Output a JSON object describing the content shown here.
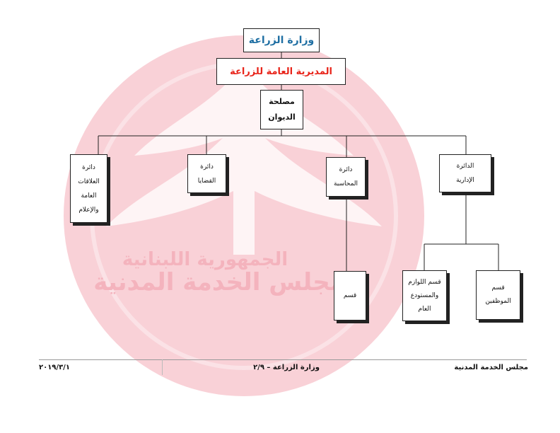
{
  "watermark": {
    "text_line1": "الجمهورية اللبنانية",
    "text_line2": "مجلس الخدمة المدنية",
    "color": "#f7c5cc",
    "emblem": "cedar-icon"
  },
  "org_chart": {
    "ministry": "وزارة الزراعة",
    "directorate": "المديرية العامة للزراعة",
    "diwan": {
      "line1": "مصلحة",
      "line2": "الديوان"
    },
    "departments": [
      {
        "id": "admin",
        "line1": "الدائرة",
        "line2": "الإدارية"
      },
      {
        "id": "accounting",
        "line1": "دائرة",
        "line2": "المحاسبة"
      },
      {
        "id": "litigation",
        "line1": "دائرة",
        "line2": "القضايا"
      },
      {
        "id": "relations",
        "line1": "دائرة",
        "line2": "العلاقات",
        "line3": "العامة",
        "line4": "والإعلام"
      }
    ],
    "units": {
      "staff": {
        "line1": "قسم",
        "line2": "الموظفين"
      },
      "supplies": {
        "line1": "قسم اللوازم",
        "line2": "والمستودع",
        "line3": "العام"
      },
      "accounting_section": {
        "label": "قسم"
      }
    }
  },
  "footer": {
    "right": "مجلس الخدمة المدنية",
    "center": "وزارة الزراعة – ٢/٩",
    "left": "٢٠١٩/٣/١"
  }
}
